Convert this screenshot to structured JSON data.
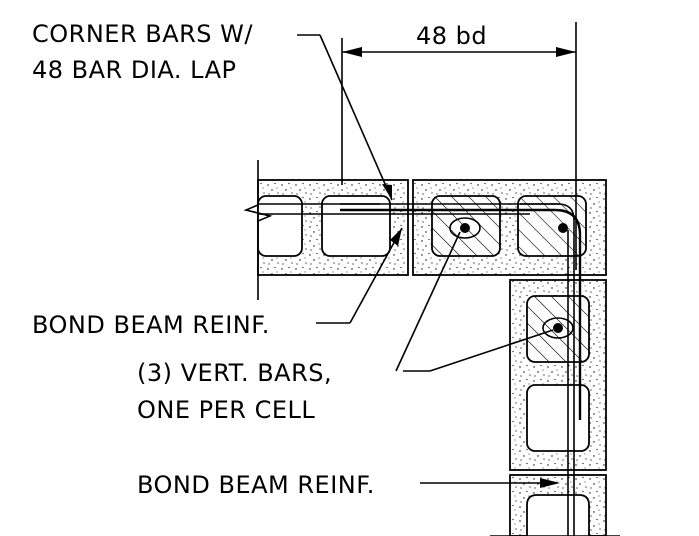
{
  "labels": {
    "corner_bars_1": "CORNER BARS W/",
    "corner_bars_2": "48 BAR DIA. LAP",
    "dimension": "48 bd",
    "bond_beam_1": "BOND BEAM REINF.",
    "vert_bars_1": "(3) VERT. BARS,",
    "vert_bars_2": "ONE PER CELL",
    "bond_beam_2": "BOND BEAM REINF."
  }
}
